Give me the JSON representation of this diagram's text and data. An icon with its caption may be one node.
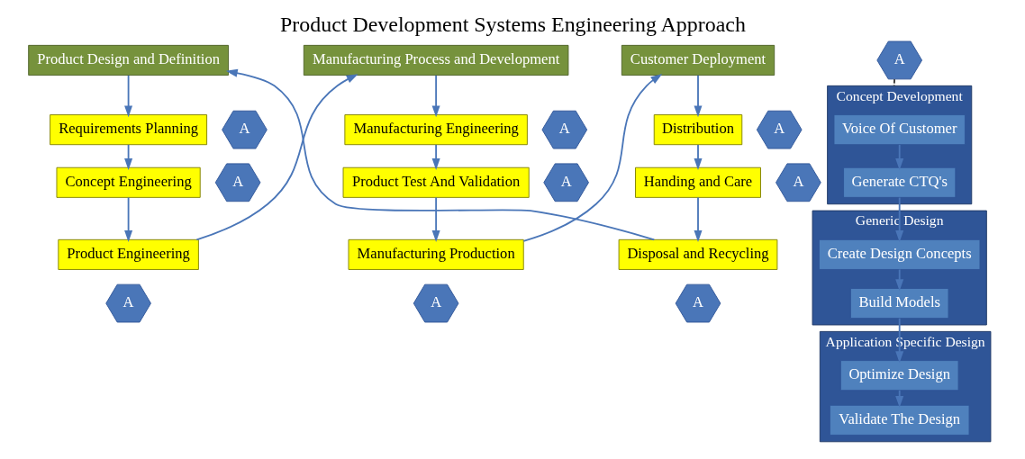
{
  "diagram": {
    "title": "Product Development Systems Engineering Approach",
    "nodes": [
      {
        "text": [
          "Product Design and Definition"
        ]
      },
      {
        "text": [
          "Requirements Planning"
        ]
      },
      {
        "text": [
          "A"
        ]
      },
      {
        "text": [
          "Concept Engineering"
        ]
      },
      {
        "text": [
          "A"
        ]
      },
      {
        "text": [
          "Product Engineering"
        ]
      },
      {
        "text": [
          "A"
        ]
      },
      {
        "text": [
          "Manufacturing Process and Development"
        ]
      },
      {
        "text": [
          "Manufacturing Engineering"
        ]
      },
      {
        "text": [
          "A"
        ]
      },
      {
        "text": [
          "Product Test And Validation"
        ]
      },
      {
        "text": [
          "A"
        ]
      },
      {
        "text": [
          "Manufacturing Production"
        ]
      },
      {
        "text": [
          "A"
        ]
      },
      {
        "text": [
          "Customer Deployment"
        ]
      },
      {
        "text": [
          "Distribution"
        ]
      },
      {
        "text": [
          "A"
        ]
      },
      {
        "text": [
          "Handing and Care"
        ]
      },
      {
        "text": [
          "A"
        ]
      },
      {
        "text": [
          "Disposal and Recycling"
        ]
      },
      {
        "text": [
          "A"
        ]
      },
      {
        "text": [
          "A"
        ]
      },
      {
        "text": [
          "Concept Development"
        ]
      },
      {
        "text": [
          "Voice Of Customer"
        ],
        "in": 22
      },
      {
        "text": [
          "Generate CTQ's"
        ],
        "in": 22
      },
      {
        "text": [
          "Generic Design"
        ]
      },
      {
        "text": [
          "Create Design Concepts"
        ],
        "in": 25
      },
      {
        "text": [
          "Build Models"
        ],
        "in": 25
      },
      {
        "text": [
          "Application Specific Design"
        ]
      },
      {
        "text": [
          "Optimize Design"
        ],
        "in": 28
      },
      {
        "text": [
          "Validate The Design"
        ],
        "in": 28
      }
    ],
    "edges": [
      {
        "from": 0,
        "to": 1,
        "arrow": "to"
      },
      {
        "from": 1,
        "to": 3,
        "arrow": "to"
      },
      {
        "from": 3,
        "to": 5,
        "arrow": "to"
      },
      {
        "from": 5,
        "to": 7,
        "arrow": "to"
      },
      {
        "from": 7,
        "to": 8,
        "arrow": "to"
      },
      {
        "from": 8,
        "to": 10,
        "arrow": "to"
      },
      {
        "from": 10,
        "to": 12,
        "arrow": "to"
      },
      {
        "from": 12,
        "to": 14,
        "arrow": "to"
      },
      {
        "from": 14,
        "to": 15,
        "arrow": "to"
      },
      {
        "from": 15,
        "to": 17,
        "arrow": "to"
      },
      {
        "from": 17,
        "to": 19,
        "arrow": "to"
      },
      {
        "from": 19,
        "to": 0,
        "arrow": "to"
      },
      {
        "from": 21,
        "to": 22,
        "arrow": "none",
        "style": "dashed",
        "color": "#333333"
      },
      {
        "from": 23,
        "to": 24,
        "arrow": "to"
      },
      {
        "from": 24,
        "to": 26,
        "arrow": "to"
      },
      {
        "from": 26,
        "to": 27,
        "arrow": "to"
      },
      {
        "from": 27,
        "to": 29,
        "arrow": "to"
      },
      {
        "from": 29,
        "to": 30,
        "arrow": "to"
      }
    ]
  }
}
